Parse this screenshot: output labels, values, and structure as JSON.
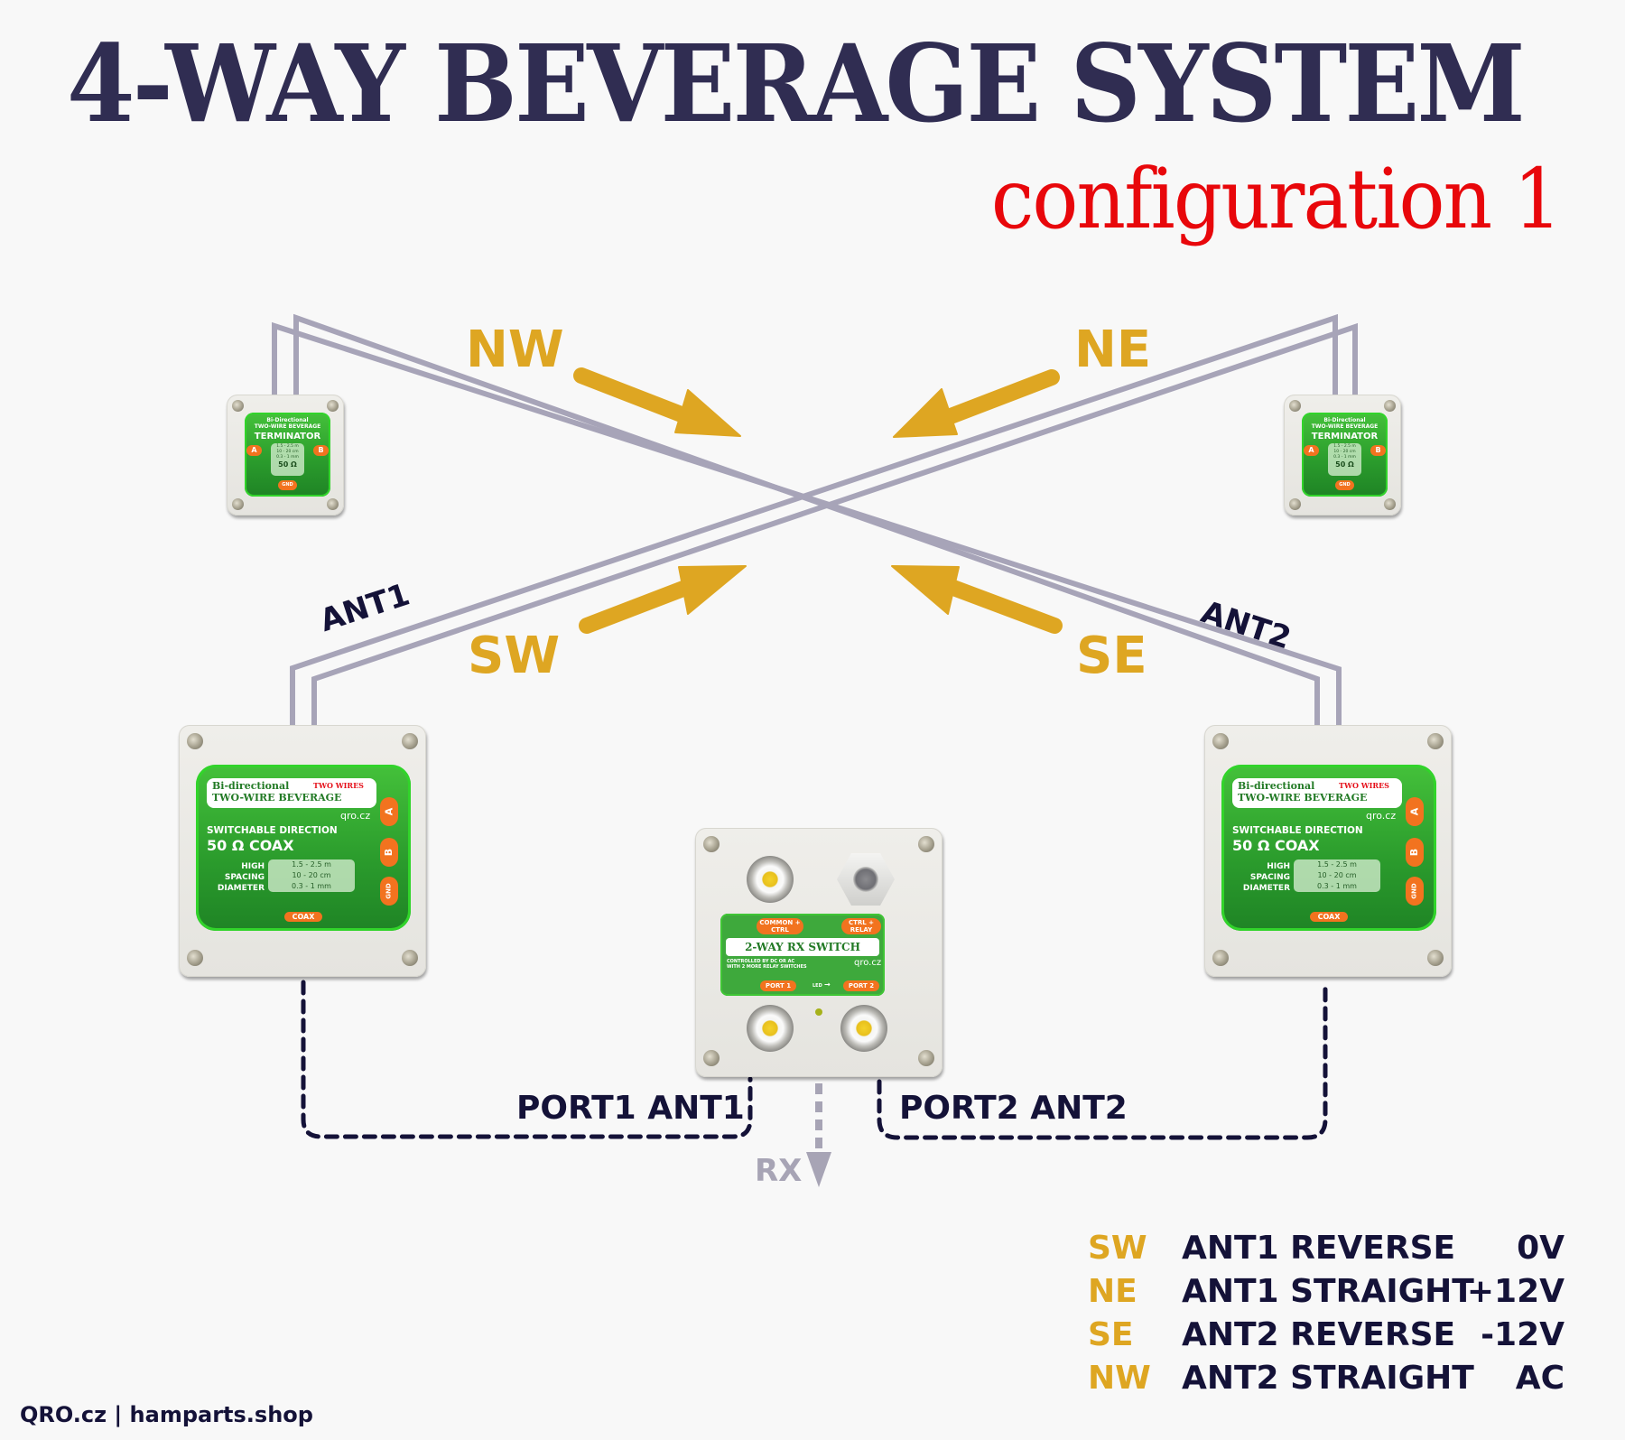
{
  "title": "4-WAY BEVERAGE SYSTEM",
  "subtitle": "configuration 1",
  "colors": {
    "title": "#302d52",
    "subtitle": "#e8070b",
    "direction": "#dea622",
    "wire": "#a7a4b8",
    "dashed_link": "#141238",
    "rx_arrow": "#a7a4b5",
    "panel_green": "#2a9a2c",
    "pill_orange": "#f2731f"
  },
  "directions": {
    "nw": "NW",
    "ne": "NE",
    "sw": "SW",
    "se": "SE"
  },
  "antenna_labels": {
    "ant1": "ANT1",
    "ant2": "ANT2"
  },
  "terminator": {
    "line1": "Bi-Directional",
    "line2": "TWO-WIRE BEVERAGE",
    "name": "TERMINATOR",
    "pin_a": "A",
    "pin_b": "B",
    "pin_gnd": "GND",
    "spec_height": "1.5 - 2.5 m",
    "spec_spacing": "10 - 20 cm",
    "spec_diameter": "0.3 - 1 mm",
    "impedance": "50 Ω"
  },
  "beverage_unit": {
    "line1": "Bi-directional",
    "line2": "TWO-WIRE BEVERAGE",
    "tag": "TWO WIRES",
    "brand": "qro.cz",
    "feature": "SWITCHABLE DIRECTION",
    "coax": "50 Ω COAX",
    "labels": [
      "HIGH",
      "SPACING",
      "DIAMETER"
    ],
    "values": [
      "1.5 - 2.5 m",
      "10 - 20 cm",
      "0.3 - 1 mm"
    ],
    "pin_a": "A",
    "pin_b": "B",
    "pin_gnd": "GND",
    "coax_pill": "COAX"
  },
  "rx_switch": {
    "name": "2-WAY RX SWITCH",
    "common": "COMMON + CTRL",
    "ctrl": "CTRL + RELAY",
    "note1": "CONTROLLED BY DC OR AC",
    "note2": "WITH 2 MORE RELAY SWITCHES",
    "brand": "qro.cz",
    "port1": "PORT 1",
    "port2": "PORT 2",
    "led": "LED"
  },
  "links": {
    "left": "PORT1  ANT1",
    "right": "PORT2  ANT2",
    "rx": "RX"
  },
  "legend": [
    {
      "dir": "SW",
      "desc": "ANT1 REVERSE",
      "voltage": "0V"
    },
    {
      "dir": "NE",
      "desc": "ANT1 STRAIGHT",
      "voltage": "+12V"
    },
    {
      "dir": "SE",
      "desc": "ANT2 REVERSE",
      "voltage": "-12V"
    },
    {
      "dir": "NW",
      "desc": "ANT2 STRAIGHT",
      "voltage": "AC"
    }
  ],
  "footer": "QRO.cz | hamparts.shop"
}
